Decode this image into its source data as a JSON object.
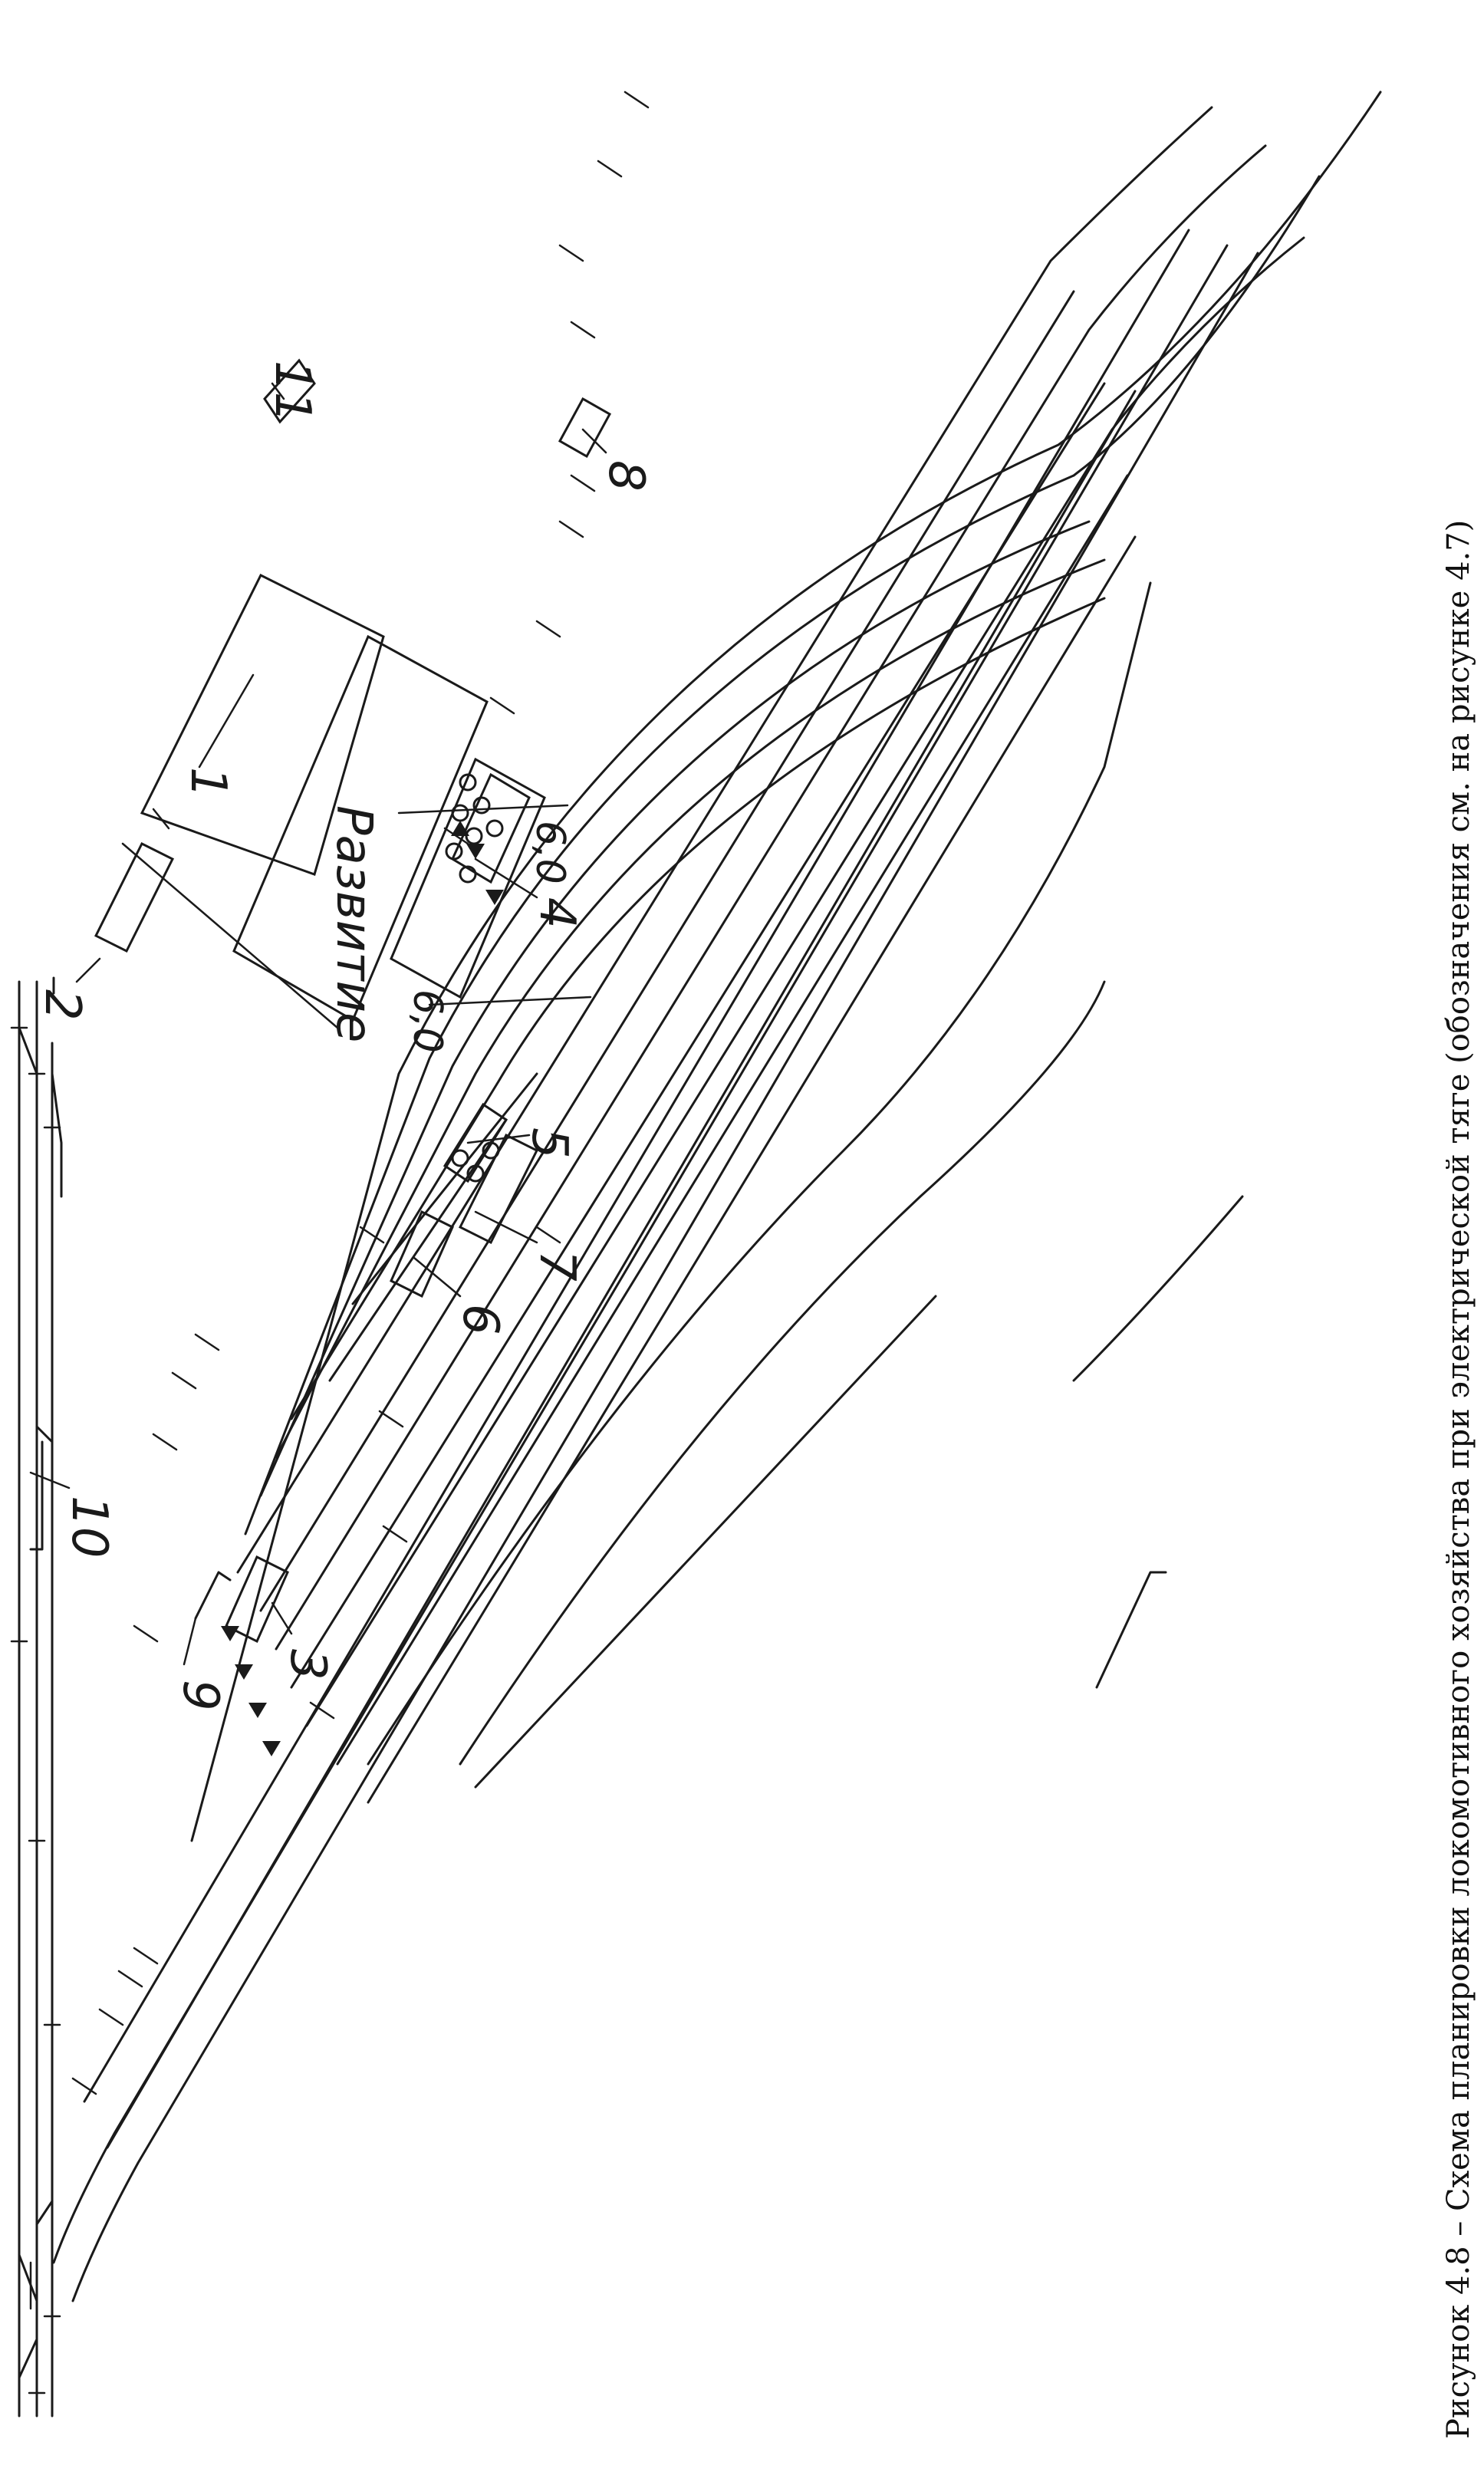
{
  "figure": {
    "caption": "Рисунок 4.8 – Схема планировки локомотивного хозяйства при электрической тяге (обозначения см. на рисунке 4.7)",
    "development_label": "Развитие",
    "dimension_labels": [
      "6,0",
      "6,0"
    ],
    "callout_labels": [
      "1",
      "2",
      "3",
      "4",
      "5",
      "6",
      "7",
      "8",
      "9",
      "10",
      "11"
    ]
  },
  "colors": {
    "ink": "#1a1a1a",
    "background": "#ffffff"
  }
}
